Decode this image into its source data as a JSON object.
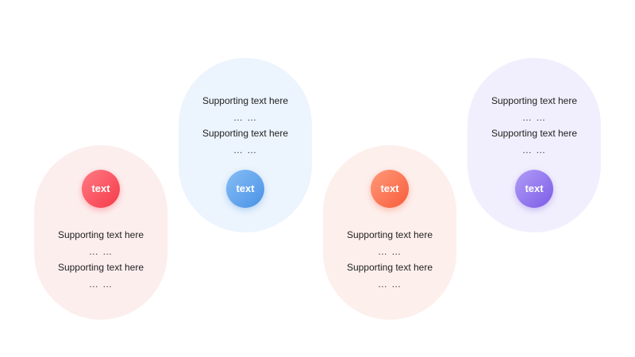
{
  "cards": [
    {
      "badge": "text",
      "line1": "Supporting text here",
      "dots1": "… …",
      "line2": "Supporting text here",
      "dots2": "… …",
      "bg_color": "#fdeeee",
      "badge_color_start": "#ff7b84",
      "badge_color_end": "#f53a49"
    },
    {
      "badge": "text",
      "line1": "Supporting text here",
      "dots1": "… …",
      "line2": "Supporting text here",
      "dots2": "… …",
      "bg_color": "#ecf4fd",
      "badge_color_start": "#86bdf5",
      "badge_color_end": "#4a92e6"
    },
    {
      "badge": "text",
      "line1": "Supporting text here",
      "dots1": "… …",
      "line2": "Supporting text here",
      "dots2": "… …",
      "bg_color": "#fdefec",
      "badge_color_start": "#ff9a7a",
      "badge_color_end": "#f85c3b"
    },
    {
      "badge": "text",
      "line1": "Supporting text here",
      "dots1": "… …",
      "line2": "Supporting text here",
      "dots2": "… …",
      "bg_color": "#f1effd",
      "badge_color_start": "#b19cf7",
      "badge_color_end": "#7b5ce6"
    }
  ]
}
